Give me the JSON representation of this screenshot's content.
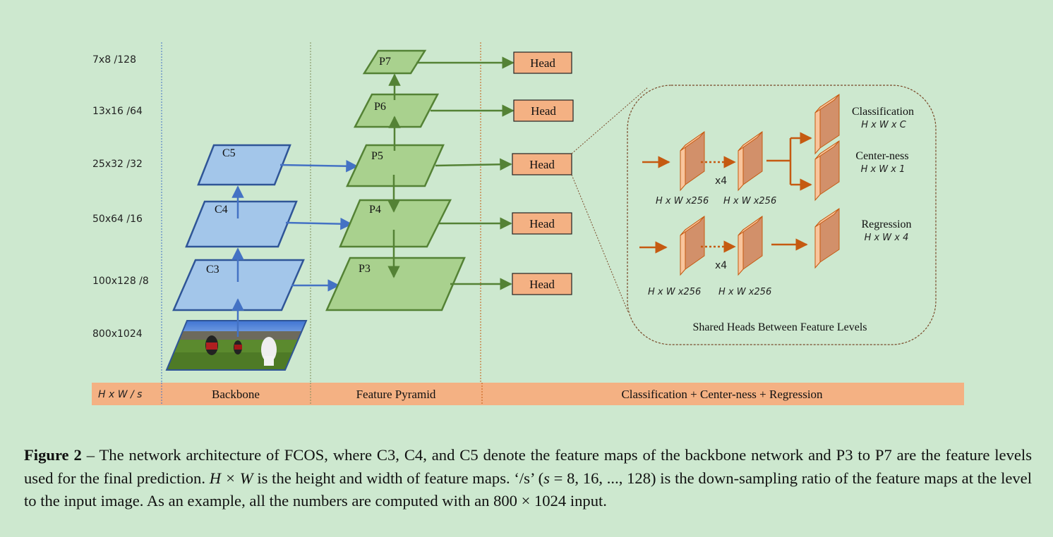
{
  "scales": [
    "7x8  /128",
    "13x16  /64",
    "25x32  /32",
    "50x64  /16",
    "100x128  /8",
    "800x1024"
  ],
  "backbone": [
    "C5",
    "C4",
    "C3"
  ],
  "pyramid": [
    "P7",
    "P6",
    "P5",
    "P4",
    "P3"
  ],
  "heads": [
    "Head",
    "Head",
    "Head",
    "Head",
    "Head"
  ],
  "shared_heads": {
    "classification": {
      "label": "Classification",
      "dims": "H x W x C"
    },
    "centerness": {
      "label": "Center-ness",
      "dims": "H x W x 1"
    },
    "regression": {
      "label": "Regression",
      "dims": "H x W x 4"
    },
    "repeat_top": "x4",
    "repeat_bottom": "x4",
    "dims_top_left": "H x W x256",
    "dims_top_right": "H x W x256",
    "dims_bottom_left": "H x W x256",
    "dims_bottom_right": "H x W x256",
    "title": "Shared Heads Between Feature Levels"
  },
  "bottom_bar": {
    "col0": "H x W  / s",
    "col1": "Backbone",
    "col2": "Feature Pyramid",
    "col3": "Classification + Center-ness + Regression"
  },
  "caption": {
    "label": "Figure 2",
    "text": " – The network architecture of FCOS, where C3, C4, and C5 denote the feature maps of the backbone network and P3 to P7 are the feature levels used for the final prediction. ",
    "math1": "H × W",
    "text2": " is the height and width of feature maps. ‘/s’ (",
    "math2": "s",
    "text3": " = 8, 16, ..., 128) is the down-sampling ratio of the feature maps at the level to the input image. As an example, all the numbers are computed with an 800 × 1024 input."
  },
  "colors": {
    "background": "#cde8cf",
    "backbone_fill": "#a3c6ea",
    "backbone_stroke": "#2f5597",
    "pyramid_fill": "#a9d18e",
    "pyramid_stroke": "#548235",
    "head_fill": "#f4b183",
    "orange_arrow": "#c55a11"
  }
}
